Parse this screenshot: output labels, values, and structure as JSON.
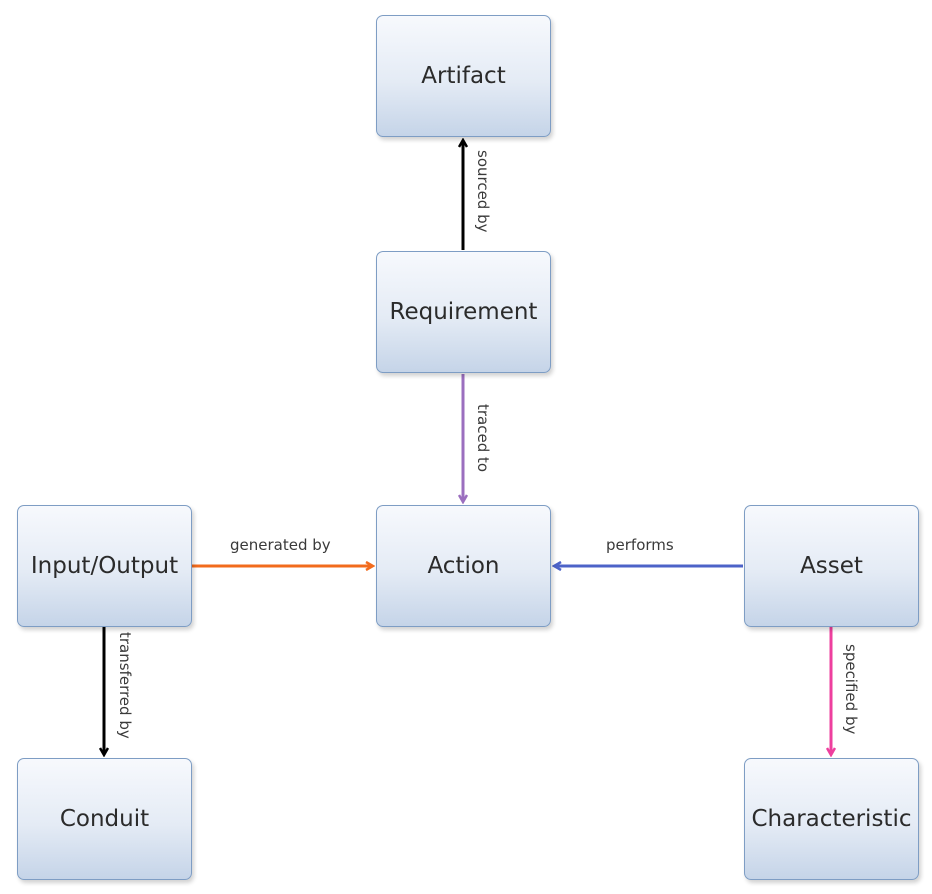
{
  "nodes": {
    "artifact": "Artifact",
    "requirement": "Requirement",
    "action": "Action",
    "input_output": "Input/Output",
    "asset": "Asset",
    "conduit": "Conduit",
    "characteristic": "Characteristic"
  },
  "edges": {
    "sourced_by": {
      "label": "sourced by",
      "color": "#000000"
    },
    "traced_to": {
      "label": "traced to",
      "color": "#9b6fbf"
    },
    "generated_by": {
      "label": "generated by",
      "color": "#f26b1d"
    },
    "performs": {
      "label": "performs",
      "color": "#4d63c8"
    },
    "transferred_by": {
      "label": "transferred by",
      "color": "#000000"
    },
    "specified_by": {
      "label": "specified by",
      "color": "#ee3f9e"
    }
  }
}
